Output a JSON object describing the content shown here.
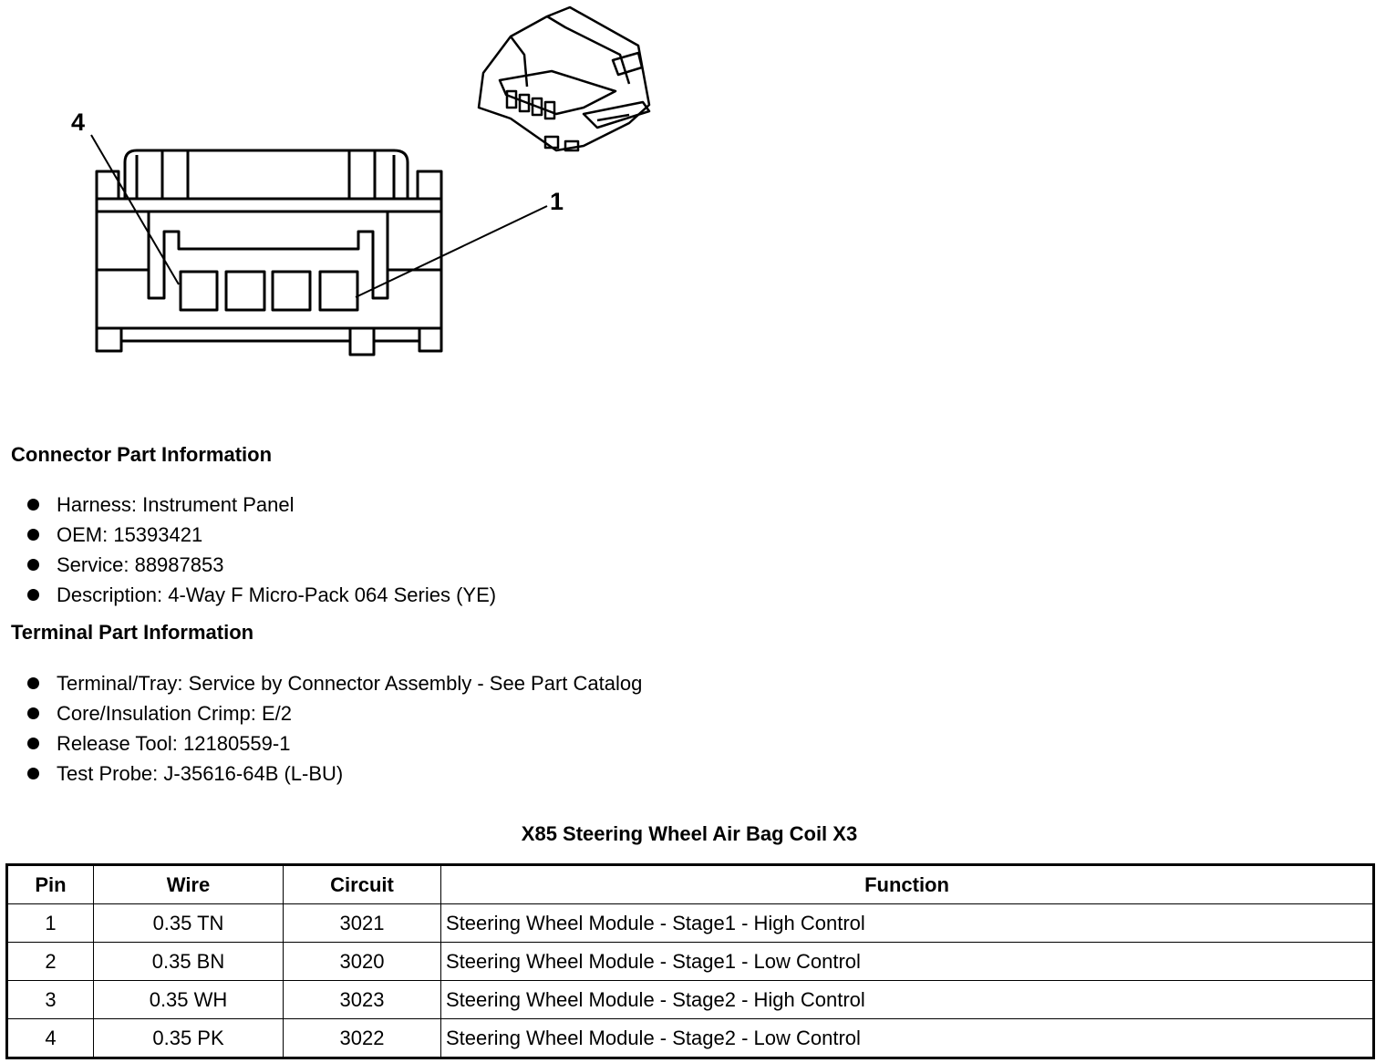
{
  "diagram": {
    "pin_labels": {
      "left": "4",
      "right": "1"
    }
  },
  "connector_info": {
    "heading": "Connector Part Information",
    "items": [
      "Harness: Instrument Panel",
      "OEM: 15393421",
      "Service: 88987853",
      "Description: 4-Way F Micro-Pack 064 Series (YE)"
    ]
  },
  "terminal_info": {
    "heading": "Terminal Part Information",
    "items": [
      "Terminal/Tray: Service by Connector Assembly - See Part Catalog",
      "Core/Insulation Crimp: E/2",
      "Release Tool: 12180559-1",
      "Test Probe: J-35616-64B (L-BU)"
    ]
  },
  "table": {
    "title": "X85 Steering Wheel Air Bag Coil X3",
    "headers": [
      "Pin",
      "Wire",
      "Circuit",
      "Function"
    ],
    "rows": [
      [
        "1",
        "0.35 TN",
        "3021",
        "Steering Wheel Module - Stage1 - High Control"
      ],
      [
        "2",
        "0.35 BN",
        "3020",
        "Steering Wheel Module - Stage1 - Low Control"
      ],
      [
        "3",
        "0.35 WH",
        "3023",
        "Steering Wheel Module - Stage2 - High Control"
      ],
      [
        "4",
        "0.35 PK",
        "3022",
        "Steering Wheel Module - Stage2 - Low Control"
      ]
    ]
  }
}
